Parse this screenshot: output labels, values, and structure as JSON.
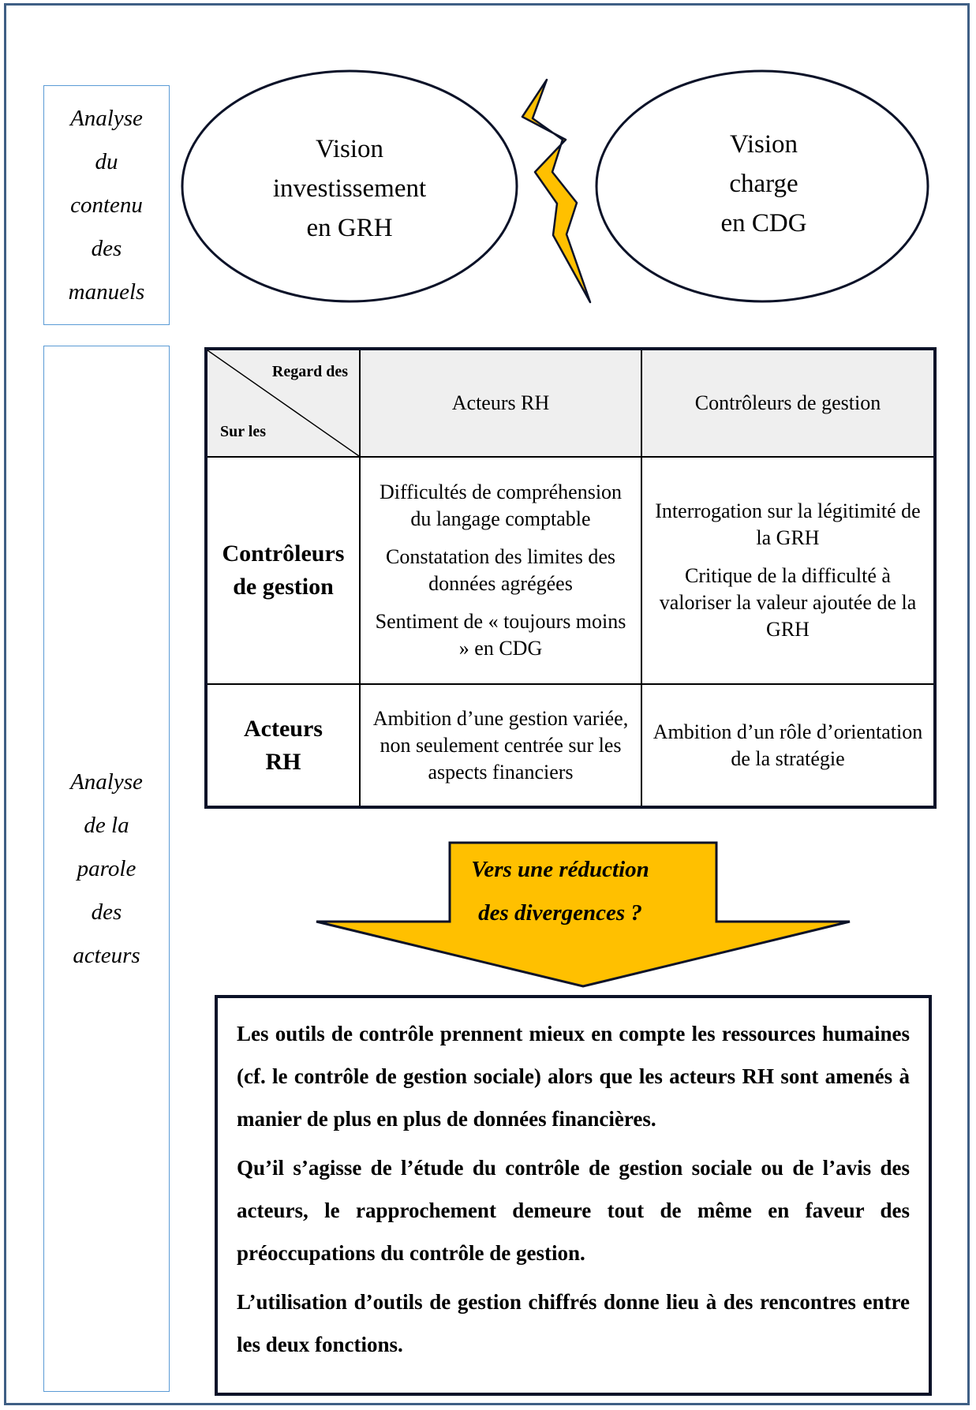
{
  "sidebar": {
    "top_box": [
      "Analyse",
      "du",
      "contenu",
      "des",
      "manuels"
    ],
    "bottom_box": [
      "Analyse",
      "de la",
      "parole",
      "des",
      "acteurs"
    ]
  },
  "visions": {
    "left": [
      "Vision",
      "investissement",
      "en GRH"
    ],
    "right": [
      "Vision",
      "charge",
      "en CDG"
    ]
  },
  "table": {
    "corner_top": "Regard des",
    "corner_bottom": "Sur les",
    "col_headers": [
      "Acteurs RH",
      "Contrôleurs de gestion"
    ],
    "rows": [
      {
        "label": "Contrôleurs de gestion",
        "rh": [
          "Difficultés de compréhension du langage comptable",
          "Constatation des limites des données agrégées",
          "Sentiment de « toujours moins » en CDG"
        ],
        "cdg": [
          "Interrogation sur la légitimité de la GRH",
          "Critique de la difficulté à valoriser la valeur ajoutée de la GRH"
        ]
      },
      {
        "label": "Acteurs RH",
        "rh": [
          "Ambition d’une gestion variée, non seulement centrée sur les aspects financiers"
        ],
        "cdg": [
          "Ambition d’un rôle d’orientation de la stratégie"
        ]
      }
    ]
  },
  "arrow": {
    "line1": "Vers une réduction",
    "line2": "des divergences ?"
  },
  "conclusion": [
    "Les outils de contrôle prennent mieux en compte les ressources humaines (cf. le contrôle de gestion sociale) alors que les acteurs RH sont amenés à manier de plus en plus de données financières.",
    "Qu’il s’agisse de l’étude du contrôle de gestion sociale ou de l’avis des acteurs, le rapprochement demeure tout de même en faveur des préoccupations du contrôle de gestion.",
    "L’utilisation d’outils de gestion chiffrés donne lieu à des rencontres entre les deux fonctions."
  ],
  "colors": {
    "frame": "#3f5f85",
    "sidebox_border": "#5b9bd5",
    "accent_yellow": "#ffc000",
    "header_fill": "#efefef"
  }
}
